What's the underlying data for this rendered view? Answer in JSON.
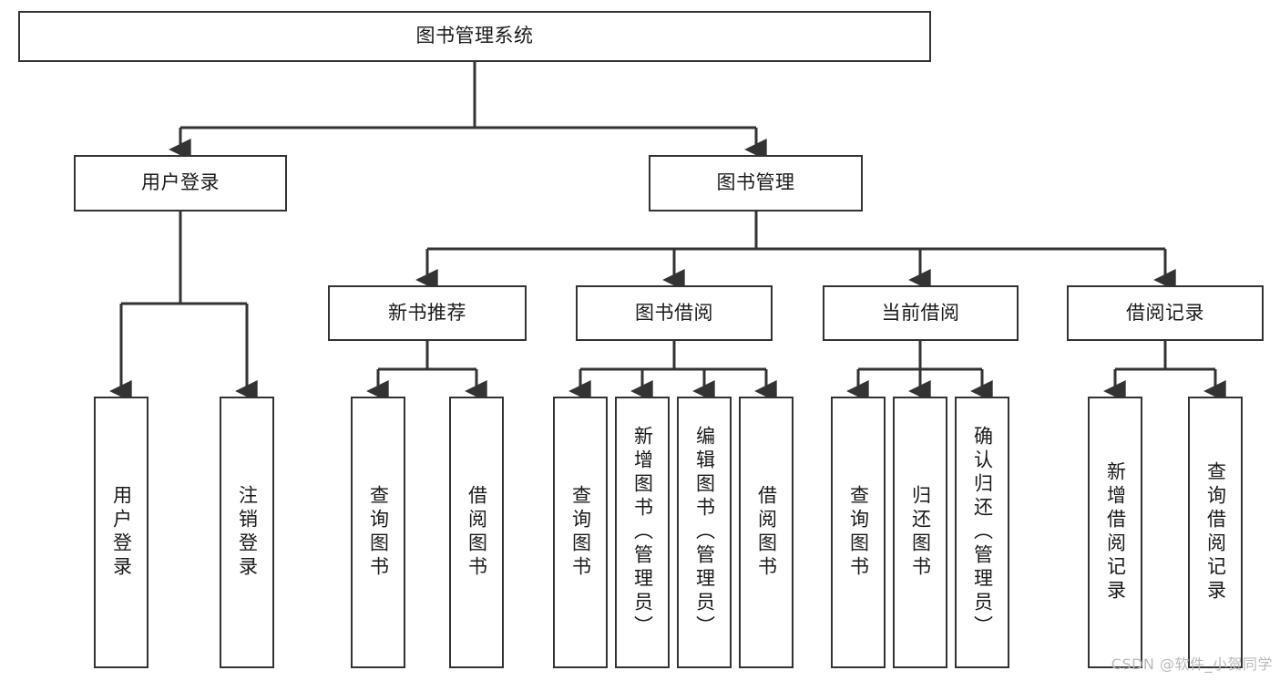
{
  "diagram": {
    "type": "tree-hierarchy",
    "title": "图书管理系统",
    "watermark": "CSDN @软件_小贺同学",
    "colors": {
      "box_border": "#333333",
      "box_fill": "#ffffff",
      "edge": "#333333",
      "text": "#1a1a1a",
      "watermark": "#b9b9b9"
    },
    "levels": {
      "root": {
        "label": "图书管理系统"
      },
      "level2": [
        {
          "label": "用户登录"
        },
        {
          "label": "图书管理"
        }
      ],
      "level3": [
        {
          "label": "新书推荐"
        },
        {
          "label": "图书借阅"
        },
        {
          "label": "当前借阅"
        },
        {
          "label": "借阅记录"
        }
      ],
      "leaves": {
        "user_login": [
          {
            "label": "用户登录"
          },
          {
            "label": "注销登录"
          }
        ],
        "new_book": [
          {
            "label": "查询图书"
          },
          {
            "label": "借阅图书"
          }
        ],
        "borrow_book": [
          {
            "label": "查询图书"
          },
          {
            "label": "新增图书（管理员）"
          },
          {
            "label": "编辑图书（管理员）"
          },
          {
            "label": "借阅图书"
          }
        ],
        "current_borrow": [
          {
            "label": "查询图书"
          },
          {
            "label": "归还图书"
          },
          {
            "label": "确认归还（管理员）"
          }
        ],
        "borrow_record": [
          {
            "label": "新增借阅记录"
          },
          {
            "label": "查询借阅记录"
          }
        ]
      }
    }
  }
}
